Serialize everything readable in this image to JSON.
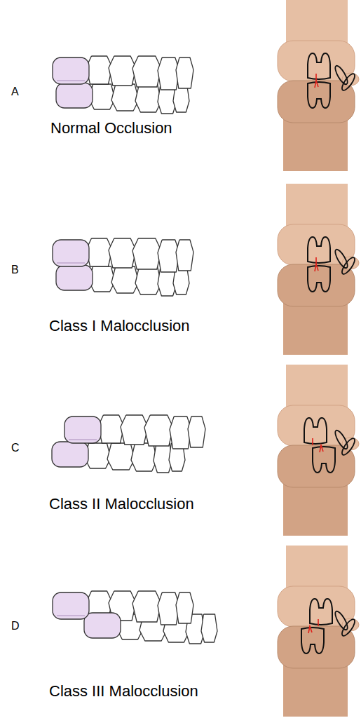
{
  "diagram": {
    "labels": [
      "A",
      "Normal Occlusion",
      "B",
      "Class I Malocclusion",
      "C",
      "Class II Malocclusion",
      "D",
      "Class III Malocclusion"
    ]
  }
}
